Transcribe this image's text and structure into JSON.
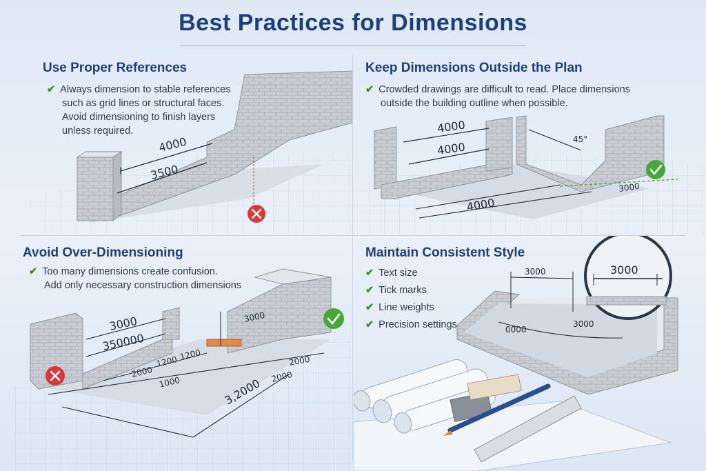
{
  "title": "Best Practices for Dimensions",
  "colors": {
    "title": "#1e3f7a",
    "check": "#3d8b2e",
    "error": "#d63b3b",
    "ok": "#46a83b"
  },
  "panels": {
    "references": {
      "heading": "Use Proper References",
      "bullet_line1": "Always dimension to stable references",
      "bullet_line2": "such as grid lines or structural faces.",
      "bullet_line3": "Avoid dimensioning to finish layers",
      "bullet_line4": "unless required.",
      "dims": [
        "4000",
        "3500"
      ],
      "status_icon": "x-error-icon"
    },
    "outside": {
      "heading": "Keep Dimensions Outside the Plan",
      "bullet_line1": "Crowded drawings are difficult to read. Place dimensions",
      "bullet_line2": "outside the building outline when possible.",
      "dims": [
        "4000",
        "4000",
        "45°",
        "4000",
        "3000"
      ],
      "status_icon": "check-ok-icon"
    },
    "over": {
      "heading": "Avoid Over-Dimensioning",
      "bullet_line1": "Too many dimensions create confusion.",
      "bullet_line2": "Add only necessary construction dimensions",
      "dims": [
        "3000",
        "350000",
        "3000",
        "2000",
        "1200",
        "1200",
        "1000",
        "2000",
        "3,2000",
        "2000"
      ],
      "status_icons": [
        "x-error-icon",
        "check-ok-icon"
      ]
    },
    "style": {
      "heading": "Maintain Consistent Style",
      "items": [
        "Text size",
        "Tick marks",
        "Line weights",
        "Precision settings"
      ],
      "dims": [
        "3000",
        "3000",
        "0000",
        "3000"
      ]
    }
  }
}
